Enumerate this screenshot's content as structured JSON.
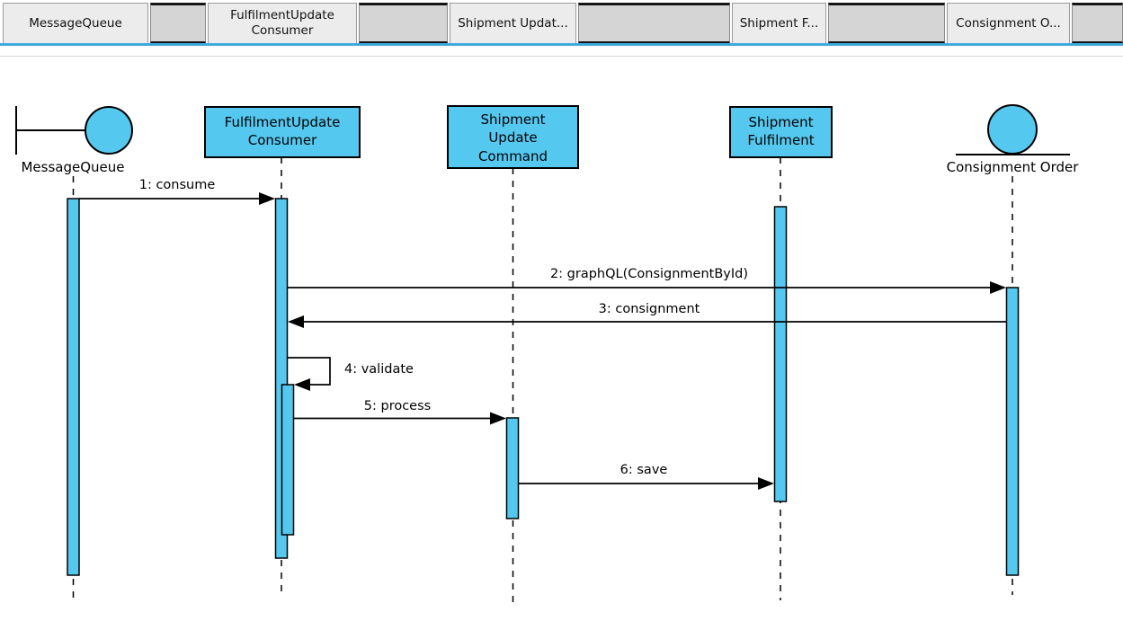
{
  "tab_bar": {
    "tabs": [
      {
        "label": "MessageQueue"
      },
      {
        "label": "FulfilmentUpdate Consumer"
      },
      {
        "label": "Shipment Updat..."
      },
      {
        "label": "Shipment F..."
      },
      {
        "label": "Consignment O..."
      }
    ]
  },
  "diagram": {
    "type": "uml-sequence",
    "actors": [
      {
        "id": "message-queue",
        "icon": "boundary",
        "label": "MessageQueue"
      },
      {
        "id": "fulfilment-update-consumer",
        "icon": "box",
        "label_lines": [
          "FulfilmentUpdate",
          "Consumer"
        ]
      },
      {
        "id": "shipment-update-command",
        "icon": "box",
        "label_lines": [
          "Shipment",
          "Update",
          "Command"
        ]
      },
      {
        "id": "shipment-fulfilment",
        "icon": "box",
        "label_lines": [
          "Shipment",
          "Fulfilment"
        ]
      },
      {
        "id": "consignment-order",
        "icon": "entity",
        "label": "Consignment Order"
      }
    ],
    "messages": [
      {
        "num": "1",
        "label": "1: consume",
        "from": "message-queue",
        "to": "fulfilment-update-consumer"
      },
      {
        "num": "2",
        "label": "2: graphQL(ConsignmentById)",
        "from": "fulfilment-update-consumer",
        "to": "consignment-order"
      },
      {
        "num": "3",
        "label": "3: consignment",
        "from": "consignment-order",
        "to": "fulfilment-update-consumer"
      },
      {
        "num": "4",
        "label": "4: validate",
        "from": "fulfilment-update-consumer",
        "to": "fulfilment-update-consumer",
        "self_call": true
      },
      {
        "num": "5",
        "label": "5: process",
        "from": "fulfilment-update-consumer",
        "to": "shipment-update-command"
      },
      {
        "num": "6",
        "label": "6: save",
        "from": "shipment-update-command",
        "to": "shipment-fulfilment"
      }
    ],
    "colors": {
      "shape_fill": "#55C8F0",
      "stroke": "#000000",
      "tab_underline": "#3FA9DC",
      "tab_active_bg": "#ECECEC",
      "tab_spacer_bg": "#D5D5D5"
    }
  }
}
